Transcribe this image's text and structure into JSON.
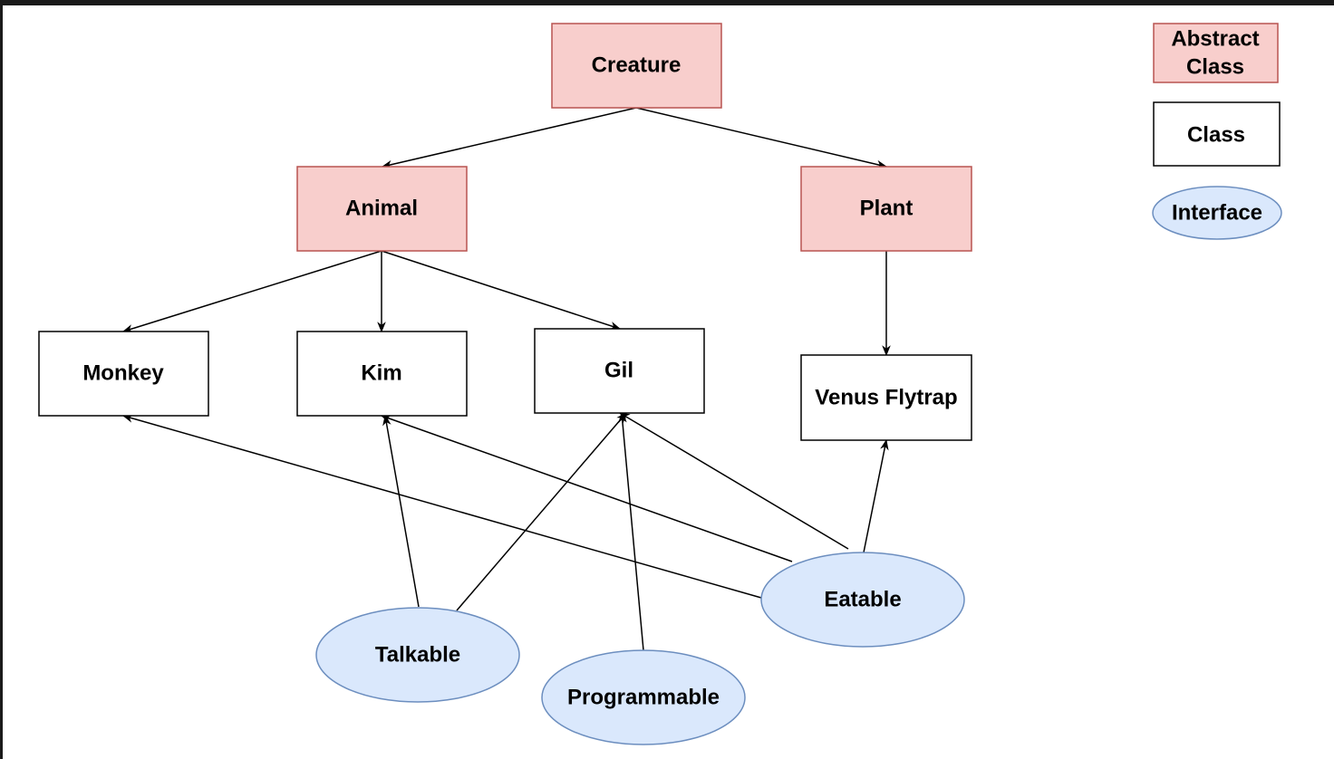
{
  "nodes": {
    "creature": {
      "label": "Creature",
      "kind": "abstract"
    },
    "animal": {
      "label": "Animal",
      "kind": "abstract"
    },
    "plant": {
      "label": "Plant",
      "kind": "abstract"
    },
    "monkey": {
      "label": "Monkey",
      "kind": "class"
    },
    "kim": {
      "label": "Kim",
      "kind": "class"
    },
    "gil": {
      "label": "Gil",
      "kind": "class"
    },
    "venus": {
      "label": "Venus Flytrap",
      "kind": "class"
    },
    "talkable": {
      "label": "Talkable",
      "kind": "interface"
    },
    "programmable": {
      "label": "Programmable",
      "kind": "interface"
    },
    "eatable": {
      "label": "Eatable",
      "kind": "interface"
    }
  },
  "edges": [
    {
      "from": "creature",
      "to": "animal"
    },
    {
      "from": "creature",
      "to": "plant"
    },
    {
      "from": "animal",
      "to": "monkey"
    },
    {
      "from": "animal",
      "to": "kim"
    },
    {
      "from": "animal",
      "to": "gil"
    },
    {
      "from": "plant",
      "to": "venus"
    },
    {
      "from": "talkable",
      "to": "kim"
    },
    {
      "from": "talkable",
      "to": "gil"
    },
    {
      "from": "programmable",
      "to": "gil"
    },
    {
      "from": "eatable",
      "to": "monkey"
    },
    {
      "from": "eatable",
      "to": "kim"
    },
    {
      "from": "eatable",
      "to": "gil"
    },
    {
      "from": "eatable",
      "to": "venus"
    }
  ],
  "legend": {
    "abstract_line1": "Abstract",
    "abstract_line2": "Class",
    "class_label": "Class",
    "interface_label": "Interface"
  },
  "colors": {
    "abstract_fill": "#f8cecc",
    "abstract_stroke": "#b85450",
    "class_fill": "#ffffff",
    "interface_fill": "#dae8fc",
    "interface_stroke": "#6c8ebf",
    "frame_border": "#1a1a1a"
  }
}
